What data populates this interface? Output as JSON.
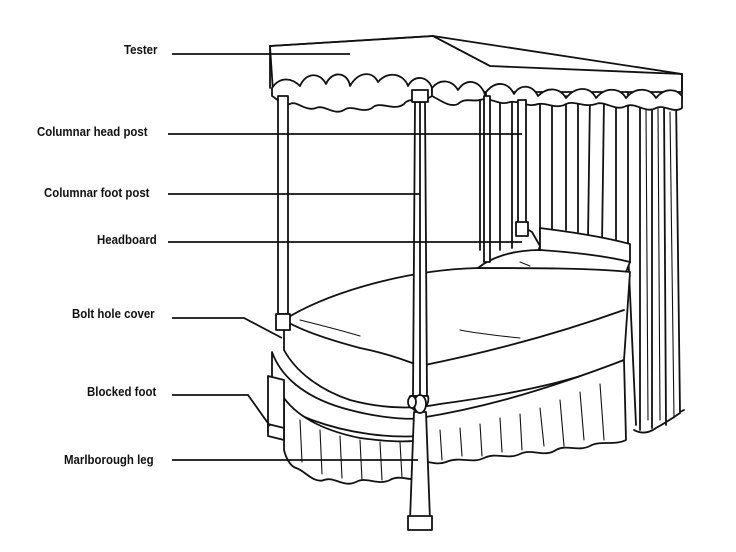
{
  "diagram": {
    "labels": {
      "tester": "Tester",
      "columnar_head_post": "Columnar head post",
      "columnar_foot_post": "Columnar foot post",
      "headboard": "Headboard",
      "bolt_hole_cover": "Bolt hole cover",
      "blocked_foot": "Blocked foot",
      "marlborough_leg": "Marlborough leg"
    }
  }
}
